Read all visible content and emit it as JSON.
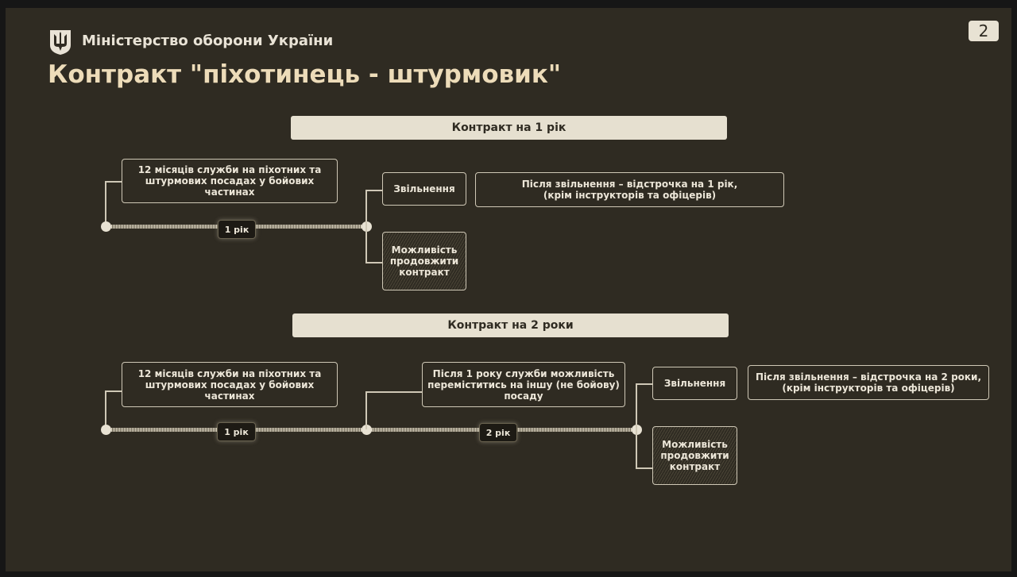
{
  "header": {
    "ministry": "Міністерство оборони України",
    "title": "Контракт \"піхотинець - штурмовик\"",
    "page_number": "2"
  },
  "contract1": {
    "heading": "Контракт на 1 рік",
    "service": "12 місяців служби на піхотних та штурмових посадах у бойових частинах",
    "period": "1 рік",
    "discharge": "Звільнення",
    "discharge_note_line1": "Після звільнення – відстрочка на 1 рік,",
    "discharge_note_line2": "(крім інструкторів та офіцерів)",
    "extend": "Можливість продовжити контракт"
  },
  "contract2": {
    "heading": "Контракт на 2 роки",
    "service": "12 місяців служби на піхотних та штурмових посадах у бойових частинах",
    "period1": "1 рік",
    "transfer": "Після 1 року служби можливість переміститись на іншу (не бойову) посаду",
    "period2": "2 рік",
    "discharge": "Звільнення",
    "discharge_note_line1": "Після звільнення – відстрочка на 2 роки,",
    "discharge_note_line2": "(крім інструкторів та офіцерів)",
    "extend": "Можливість продовжити контракт"
  }
}
